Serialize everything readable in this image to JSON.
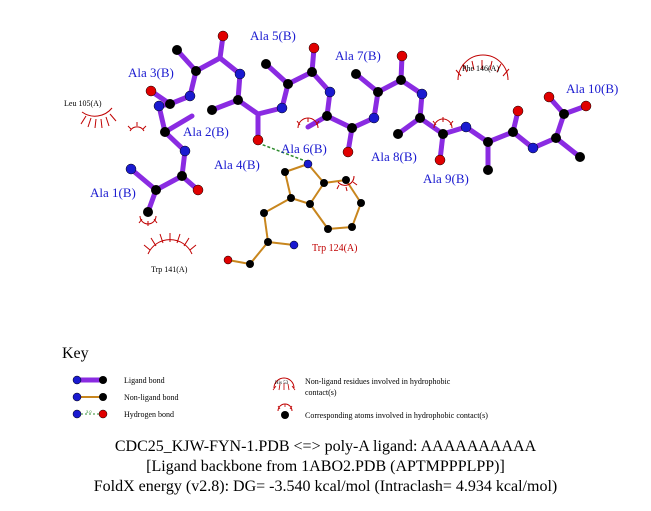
{
  "ligand_residues": [
    "Ala 1(B)",
    "Ala 2(B)",
    "Ala 3(B)",
    "Ala 4(B)",
    "Ala 5(B)",
    "Ala 6(B)",
    "Ala 7(B)",
    "Ala 8(B)",
    "Ala 9(B)",
    "Ala 10(B)"
  ],
  "hydrophobic_residues": [
    "Leu 105(A)",
    "Phe 146(A)",
    "Trp 141(A)"
  ],
  "non_ligand_residue": "Trp 124(A)",
  "key": {
    "title": "Key",
    "ligand_bond": "Ligand bond",
    "non_ligand_bond": "Non-ligand bond",
    "hydrogen_bond": "Hydrogen bond",
    "hbond_distance_example": "3.0",
    "hydrophobic_example_residue": "His 53",
    "hydrophobic_residues_line1": "Non-ligand residues involved in hydrophobic",
    "hydrophobic_residues_line2": "contact(s)",
    "corresponding_atoms": "Corresponding atoms involved in hydrophobic contact(s)"
  },
  "caption": {
    "line1": "CDC25_KJW-FYN-1.PDB <=> poly-A ligand: AAAAAAAAAA",
    "line2": "[Ligand backbone from 1ABO2.PDB (APTMPPPLPP)]",
    "line3": "FoldX energy (v2.8): DG= -3.540 kcal/mol (Intraclash= 4.934 kcal/mol)"
  },
  "colors": {
    "ligand_bond": "#8a2be2",
    "non_ligand_bond": "#c8861e",
    "hydrogen_bond": "#2e8b2e",
    "carbon": "#000000",
    "nitrogen": "#1a1ad0",
    "oxygen": "#e00000",
    "hydrophobic_arc": "#c00000",
    "residue_label": "#1a1ad0"
  }
}
